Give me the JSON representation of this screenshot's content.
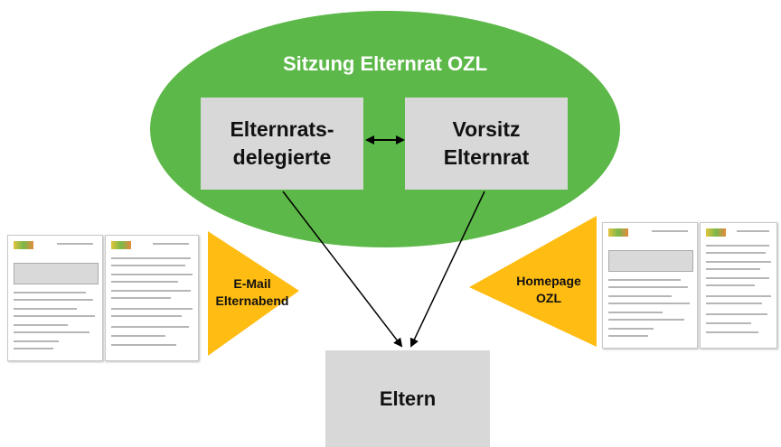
{
  "diagram": {
    "title": "Sitzung Elternrat OZL",
    "left_box": "Elternrats-\ndelegierte",
    "right_box": "Vorsitz\nElternrat",
    "bottom_box": "Eltern",
    "left_channel": "E-Mail\nElternabend",
    "right_channel": "Homepage\nOZL"
  },
  "colors": {
    "ellipse": "#5cb848",
    "box": "#d8d8d8",
    "triangle": "#ffbc12",
    "arrow": "#000000"
  }
}
